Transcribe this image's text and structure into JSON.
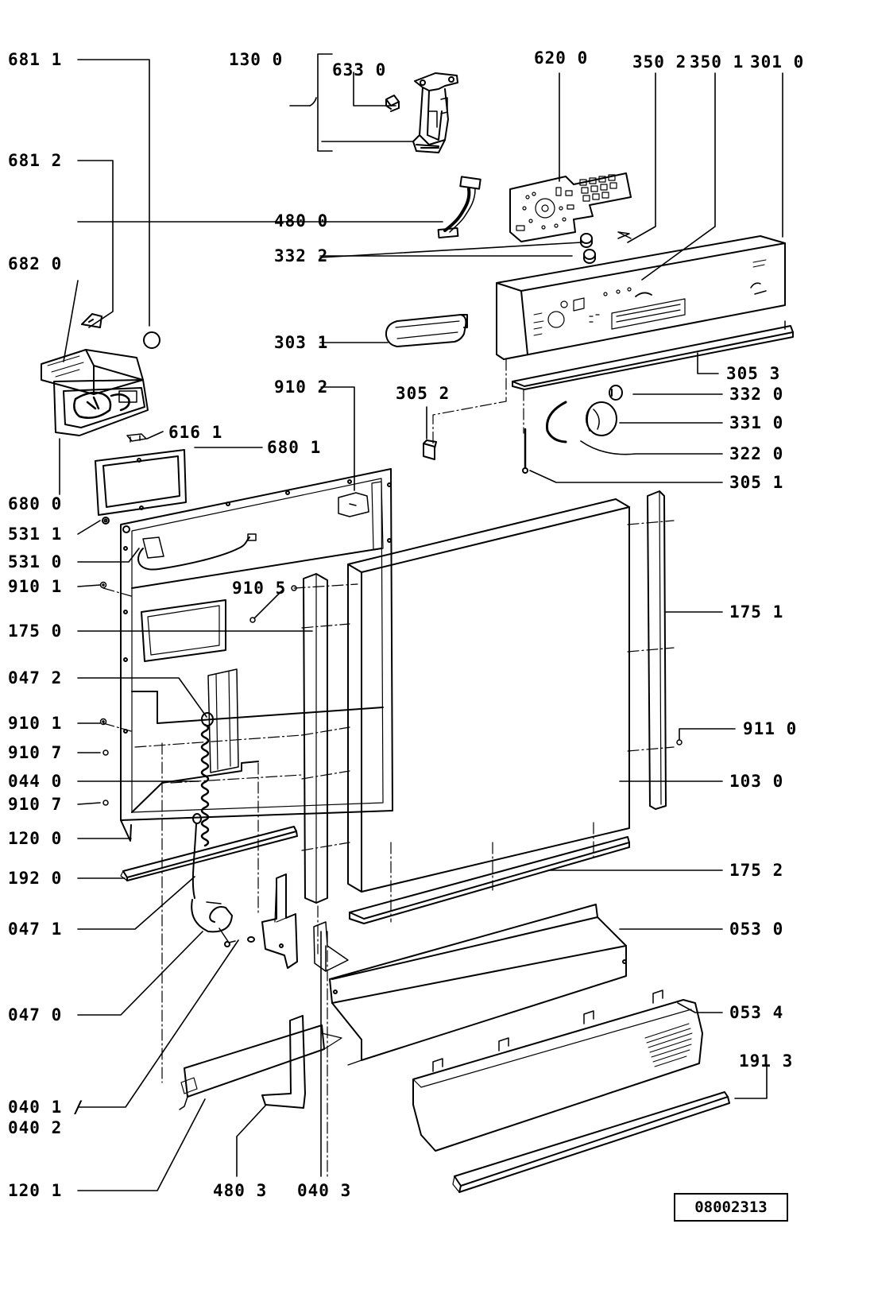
{
  "diagram": {
    "reference_number": "08002313",
    "part_labels": [
      {
        "id": "l6811",
        "text": "681 1"
      },
      {
        "id": "l1300",
        "text": "130 0"
      },
      {
        "id": "l6330",
        "text": "633 0"
      },
      {
        "id": "l6200",
        "text": "620 0"
      },
      {
        "id": "l3502",
        "text": "350 2"
      },
      {
        "id": "l3501",
        "text": "350 1"
      },
      {
        "id": "l3010",
        "text": "301 0"
      },
      {
        "id": "l6812",
        "text": "681 2"
      },
      {
        "id": "l4800",
        "text": "480 0"
      },
      {
        "id": "l3322",
        "text": "332 2"
      },
      {
        "id": "l6820",
        "text": "682 0"
      },
      {
        "id": "l3031",
        "text": "303 1"
      },
      {
        "id": "l3053",
        "text": "305 3"
      },
      {
        "id": "l9102",
        "text": "910 2"
      },
      {
        "id": "l3052",
        "text": "305 2"
      },
      {
        "id": "l3320",
        "text": "332 0"
      },
      {
        "id": "l6161",
        "text": "616 1"
      },
      {
        "id": "l3310",
        "text": "331 0"
      },
      {
        "id": "l6801",
        "text": "680 1"
      },
      {
        "id": "l3220",
        "text": "322 0"
      },
      {
        "id": "l3051",
        "text": "305 1"
      },
      {
        "id": "l6800",
        "text": "680 0"
      },
      {
        "id": "l5311",
        "text": "531 1"
      },
      {
        "id": "l5310",
        "text": "531 0"
      },
      {
        "id": "l9101a",
        "text": "910 1"
      },
      {
        "id": "l9105",
        "text": "910 5"
      },
      {
        "id": "l1751",
        "text": "175 1"
      },
      {
        "id": "l1750",
        "text": "175 0"
      },
      {
        "id": "l0472",
        "text": "047 2"
      },
      {
        "id": "l9101b",
        "text": "910 1"
      },
      {
        "id": "l9110",
        "text": "911 0"
      },
      {
        "id": "l9107a",
        "text": "910 7"
      },
      {
        "id": "l0440",
        "text": "044 0"
      },
      {
        "id": "l1030",
        "text": "103 0"
      },
      {
        "id": "l9107b",
        "text": "910 7"
      },
      {
        "id": "l1200",
        "text": "120 0"
      },
      {
        "id": "l1920",
        "text": "192 0"
      },
      {
        "id": "l1752",
        "text": "175 2"
      },
      {
        "id": "l0471",
        "text": "047 1"
      },
      {
        "id": "l0530",
        "text": "053 0"
      },
      {
        "id": "l0470",
        "text": "047 0"
      },
      {
        "id": "l0534",
        "text": "053 4"
      },
      {
        "id": "l1913",
        "text": "191 3"
      },
      {
        "id": "l0401",
        "text": "040 1 /"
      },
      {
        "id": "l0402",
        "text": "040 2"
      },
      {
        "id": "l1201",
        "text": "120 1"
      },
      {
        "id": "l4803",
        "text": "480 3"
      },
      {
        "id": "l0403",
        "text": "040 3"
      }
    ]
  }
}
